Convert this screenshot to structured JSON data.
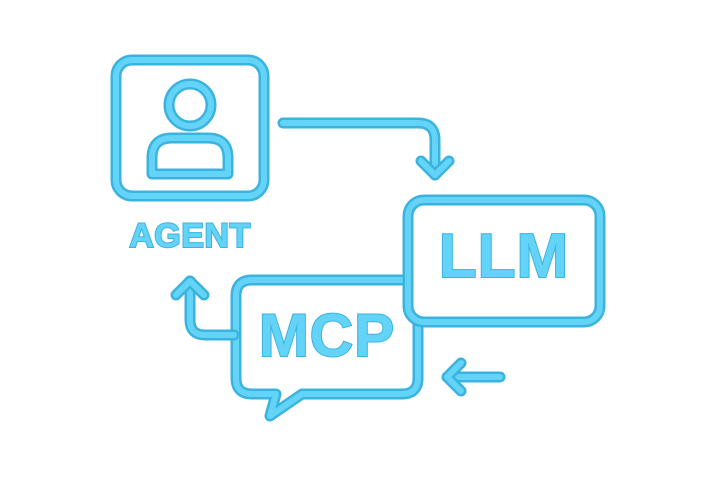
{
  "diagram": {
    "nodes": {
      "agent": {
        "label": "AGENT",
        "icon": "user-icon"
      },
      "llm": {
        "label": "LLM",
        "shape": "rounded-box"
      },
      "mcp": {
        "label": "MCP",
        "shape": "speech-bubble"
      }
    },
    "edges": [
      {
        "from": "agent",
        "to": "llm"
      },
      {
        "from": "llm",
        "to": "mcp"
      },
      {
        "from": "mcp",
        "to": "agent"
      }
    ]
  },
  "colors": {
    "stroke_outer": "#3ab3de",
    "stroke_inner": "#63d4f8",
    "background": "#ffffff"
  }
}
